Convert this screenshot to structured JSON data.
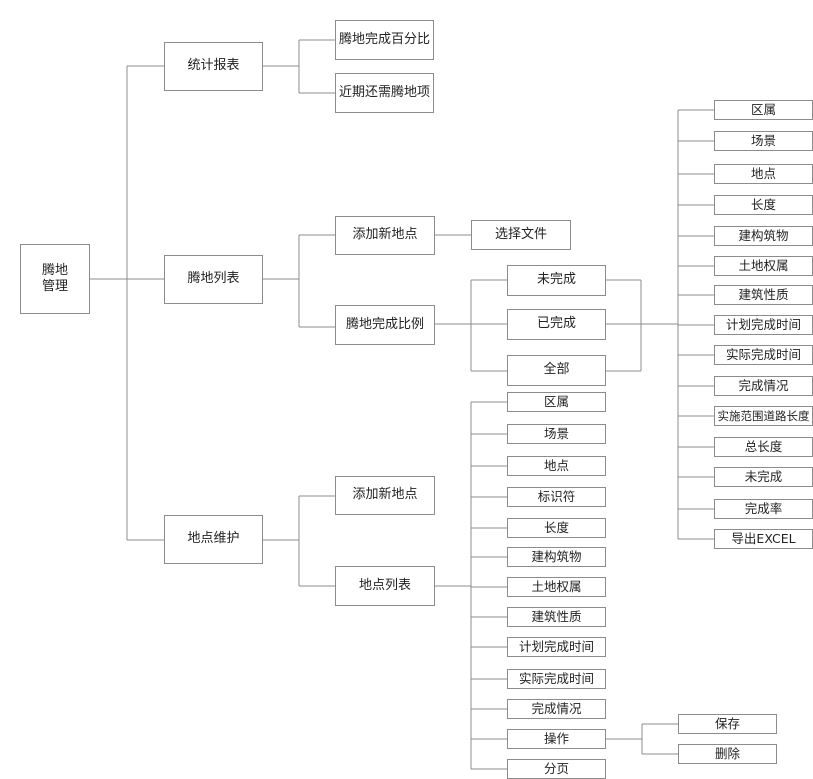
{
  "root": {
    "label": "腾地\n管理"
  },
  "stats": {
    "label": "统计报表",
    "children": [
      "腾地完成百分比",
      "近期还需腾地项"
    ]
  },
  "list": {
    "label": "腾地列表",
    "add": {
      "label": "添加新地点",
      "child": "选择文件"
    },
    "ratio": {
      "label": "腾地完成比例",
      "filters": [
        "未完成",
        "已完成",
        "全部"
      ],
      "columns": [
        "区属",
        "场景",
        "地点",
        "长度",
        "建构筑物",
        "土地权属",
        "建筑性质",
        "计划完成时间",
        "实际完成时间",
        "完成情况",
        "实施范围道路长度",
        "总长度",
        "未完成",
        "完成率",
        "导出EXCEL"
      ]
    }
  },
  "maint": {
    "label": "地点维护",
    "add": {
      "label": "添加新地点"
    },
    "pointlist": {
      "label": "地点列表",
      "columns": [
        "区属",
        "场景",
        "地点",
        "标识符",
        "长度",
        "建构筑物",
        "土地权属",
        "建筑性质",
        "计划完成时间",
        "实际完成时间",
        "完成情况",
        "操作",
        "分页"
      ],
      "actions": [
        "保存",
        "删除"
      ]
    }
  }
}
